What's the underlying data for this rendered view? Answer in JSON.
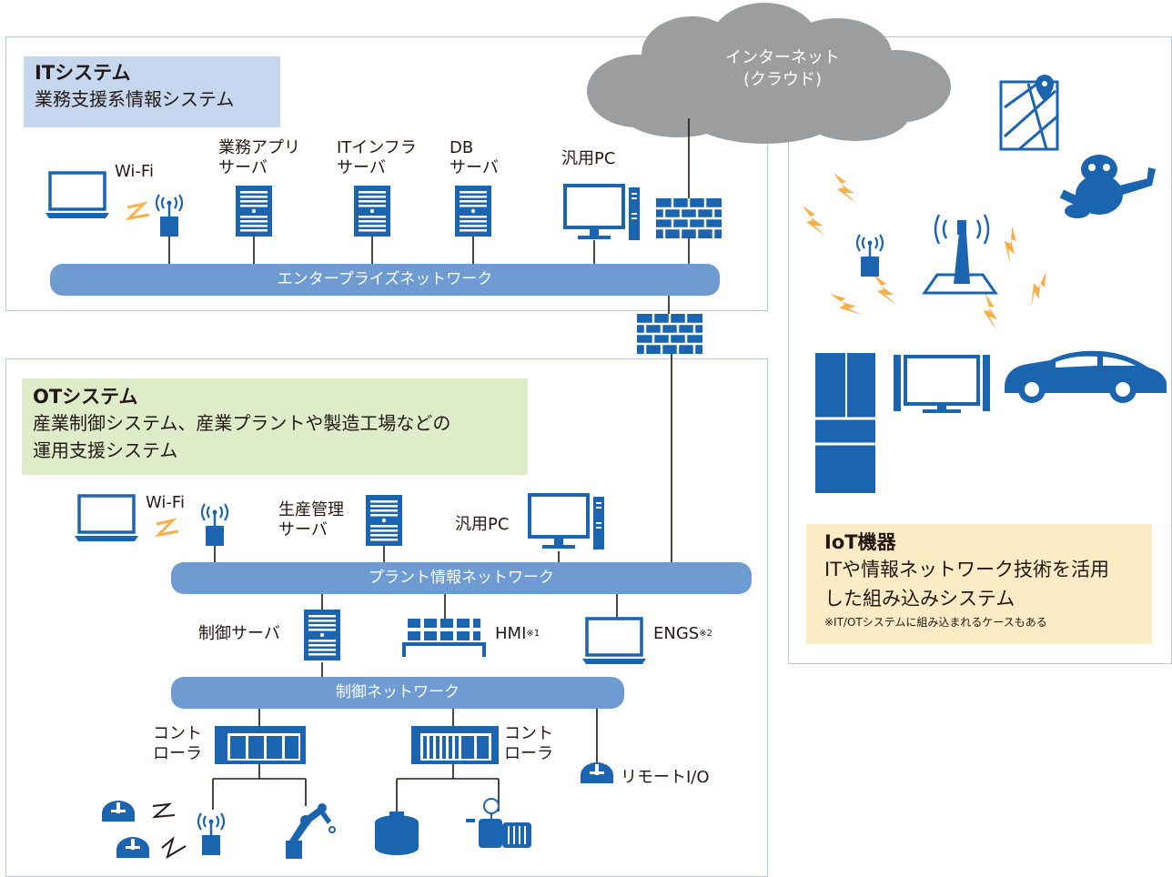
{
  "colors": {
    "blue": "#1a64b0",
    "bus": "#6e9bd2",
    "it_tag": "#c5d7ee",
    "ot_tag": "#deecc9",
    "iot_tag": "#fcecc5",
    "cloud": "#9c9d9f",
    "wave": "#f7b04a"
  },
  "cloud": {
    "line1": "インターネット",
    "line2": "(クラウド)"
  },
  "it": {
    "title": "ITシステム",
    "subtitle": "業務支援系情報システム",
    "wifi": "Wi-Fi",
    "srv1_a": "業務アプリ",
    "srv1_b": "サーバ",
    "srv2_a": "ITインフラ",
    "srv2_b": "サーバ",
    "srv3_a": "DB",
    "srv3_b": "サーバ",
    "pc": "汎用PC",
    "bus": "エンタープライズネットワーク"
  },
  "ot": {
    "title": "OTシステム",
    "subtitle1": "産業制御システム、産業プラントや製造工場などの",
    "subtitle2": "運用支援システム",
    "wifi": "Wi-Fi",
    "prod_a": "生産管理",
    "prod_b": "サーバ",
    "pc": "汎用PC",
    "plant_bus": "プラント情報ネットワーク",
    "ctrl_server": "制御サーバ",
    "hmi": "HMI",
    "hmi_note": "※1",
    "engs": "ENGS",
    "engs_note": "※2",
    "ctrl_bus": "制御ネットワーク",
    "ctrl1_a": "コント",
    "ctrl1_b": "ローラ",
    "ctrl2_a": "コント",
    "ctrl2_b": "ローラ",
    "remote": "リモートI/O"
  },
  "iot": {
    "title": "IoT機器",
    "desc1": "ITや情報ネットワーク技術を活用",
    "desc2": "した組み込みシステム",
    "note": "※IT/OTシステムに組み込まれるケースもある"
  }
}
